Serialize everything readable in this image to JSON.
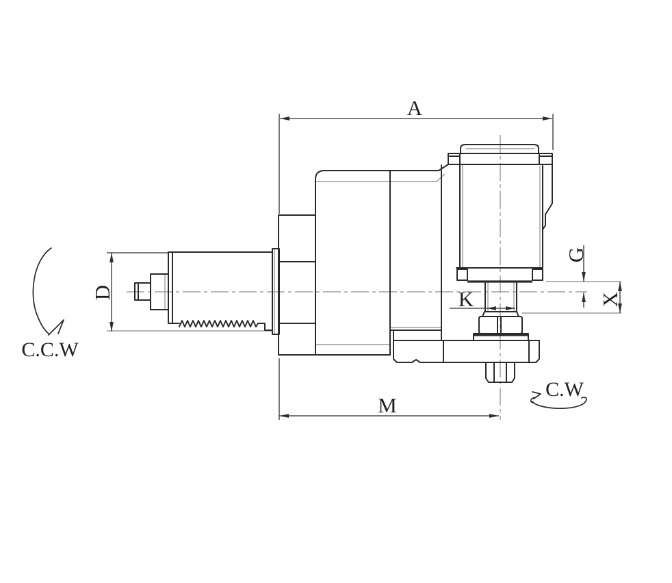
{
  "diagram": {
    "description_labels": {
      "A": "A",
      "D": "D",
      "G": "G",
      "K": "K",
      "X": "X",
      "M": "M"
    },
    "rotation_labels": {
      "ccw": "C.C.W",
      "cw": "C.W"
    },
    "colors": {
      "background": "#ffffff",
      "line_dark": "#2a2a2a",
      "line_light": "#9c9c9c",
      "dimension": "#2f2f2f",
      "centerline": "#8f8f8f",
      "text": "#1f1f1f"
    }
  }
}
